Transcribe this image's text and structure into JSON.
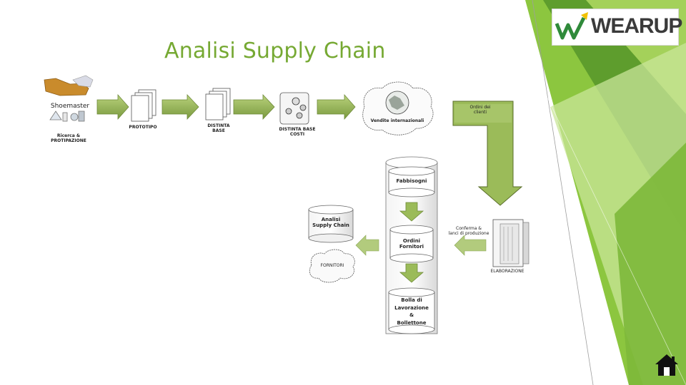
{
  "slide": {
    "title": "Analisi Supply Chain"
  },
  "logo": {
    "text": "WEARUP"
  },
  "flow": {
    "shoemaster": "Shoemaster",
    "ricerca": "Ricerca &\nPROTIPAZIONE",
    "prototipo": "PROTOTIPO",
    "distinta_base": "DISTINTA\nBASE",
    "distinta_base_costi": "DISTINTA BASE\nCOSTI",
    "vendite": "Vendite internazionali",
    "ordini_clienti": "Ordini dei\nclienti",
    "fabbisogni": "Fabbisogni",
    "ordini_fornitori": "Ordini\nFornitori",
    "bolla": "Bolla di\nLavorazione\n&\nBollettone",
    "analisi_supply_chain": "Analisi\nSupply Chain",
    "fornitori": "FORNITORI",
    "conferma": "Conferma &\nlanci di produzione",
    "elaborazione": "ELABORAZIONE"
  },
  "colors": {
    "title": "#76a933",
    "arrow_green": "#9bbb59",
    "arrow_dark": "#6f8b3a",
    "band_light": "#c5e08f",
    "band_mid": "#8cc63f",
    "band_dark": "#5a9a2a"
  },
  "icons": [
    "shoe-icon",
    "document-stack-icon",
    "coins-icon",
    "globe-icon",
    "database-icon",
    "server-icon",
    "home-icon"
  ]
}
